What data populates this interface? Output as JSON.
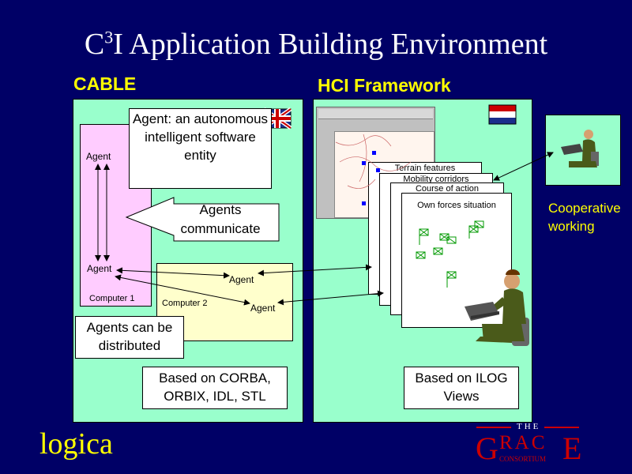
{
  "slide": {
    "title_prefix": "C",
    "title_sup": "3",
    "title_rest": "I Application Building Environment"
  },
  "cable": {
    "heading": "CABLE",
    "box_agent_def": "Agent: an autonomous intelligent software entity",
    "box_communicate": "Agents communicate",
    "box_distributed": "Agents can be distributed",
    "box_corba": "Based on CORBA, ORBIX, IDL, STL",
    "computer1": "Computer 1",
    "computer2": "Computer 2",
    "agent_label": "Agent"
  },
  "hci": {
    "heading": "HCI Framework",
    "layers": [
      "Terrain features",
      "Mobility corridors",
      "Course of action",
      "Own forces situation"
    ],
    "box_ilog": "Based on ILOG Views"
  },
  "cooperative": "Cooperative working",
  "footer": {
    "logo": "logica",
    "grace_the": "THE",
    "grace_g": "G",
    "grace_mid": "RAC",
    "grace_e": "E",
    "grace_consortium": "CONSORTIUM"
  },
  "colors": {
    "background": "#000066",
    "panel": "#99ffcc",
    "computer1": "#ffccff",
    "computer2": "#ffffcc",
    "heading": "#ffff00",
    "grace_red": "#cc0000"
  },
  "icons": [
    "uk-flag-icon",
    "netherlands-flag-icon",
    "soldier-at-laptop-icon",
    "map-screenshot"
  ]
}
